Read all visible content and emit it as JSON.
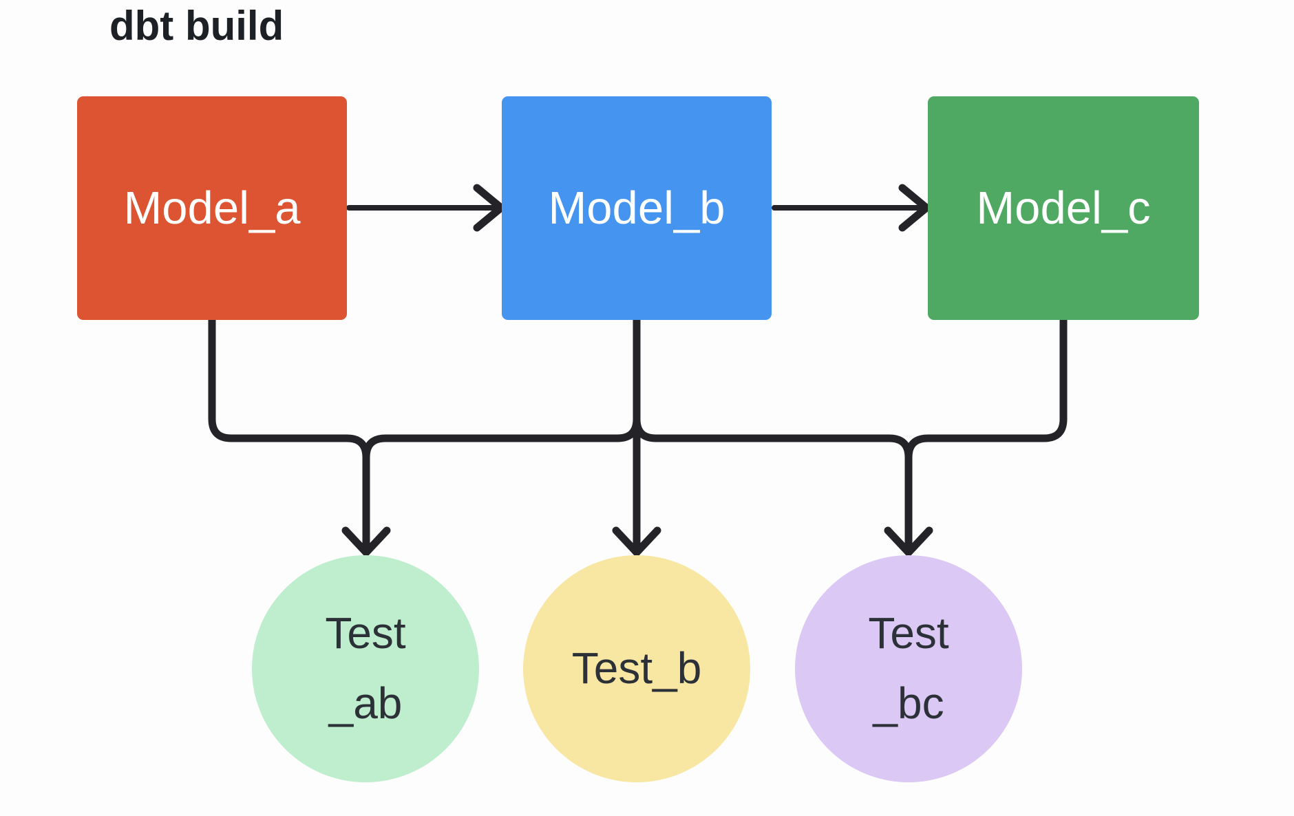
{
  "title": "dbt build",
  "background_color": "#FDFDFD",
  "nodes": {
    "models": [
      {
        "id": "model_a",
        "label": "Model_a",
        "shape": "rectangle",
        "color": "#DD5433",
        "text_color": "#FFFFFF"
      },
      {
        "id": "model_b",
        "label": "Model_b",
        "shape": "rectangle",
        "color": "#4494F0",
        "text_color": "#FFFFFF"
      },
      {
        "id": "model_c",
        "label": "Model_c",
        "shape": "rectangle",
        "color": "#4FA963",
        "text_color": "#FFFFFF"
      }
    ],
    "tests": [
      {
        "id": "test_ab",
        "lines": [
          "Test",
          "_ab"
        ],
        "shape": "circle",
        "color": "#BEEECD",
        "text_color": "#2C3138"
      },
      {
        "id": "test_b",
        "lines": [
          "Test_b"
        ],
        "shape": "circle",
        "color": "#F8E7A3",
        "text_color": "#2C3138"
      },
      {
        "id": "test_bc",
        "lines": [
          "Test",
          "_bc"
        ],
        "shape": "circle",
        "color": "#DBC8F4",
        "text_color": "#2C3138"
      }
    ]
  },
  "edges": {
    "color": "#242428",
    "arrow_style": "open-chevron",
    "connections": [
      {
        "from": "Model_a",
        "to": "Model_b"
      },
      {
        "from": "Model_b",
        "to": "Model_c"
      },
      {
        "from": "Model_a",
        "to": "Test_ab"
      },
      {
        "from": "Model_b",
        "to": "Test_ab"
      },
      {
        "from": "Model_b",
        "to": "Test_b"
      },
      {
        "from": "Model_b",
        "to": "Test_bc"
      },
      {
        "from": "Model_c",
        "to": "Test_bc"
      }
    ]
  }
}
